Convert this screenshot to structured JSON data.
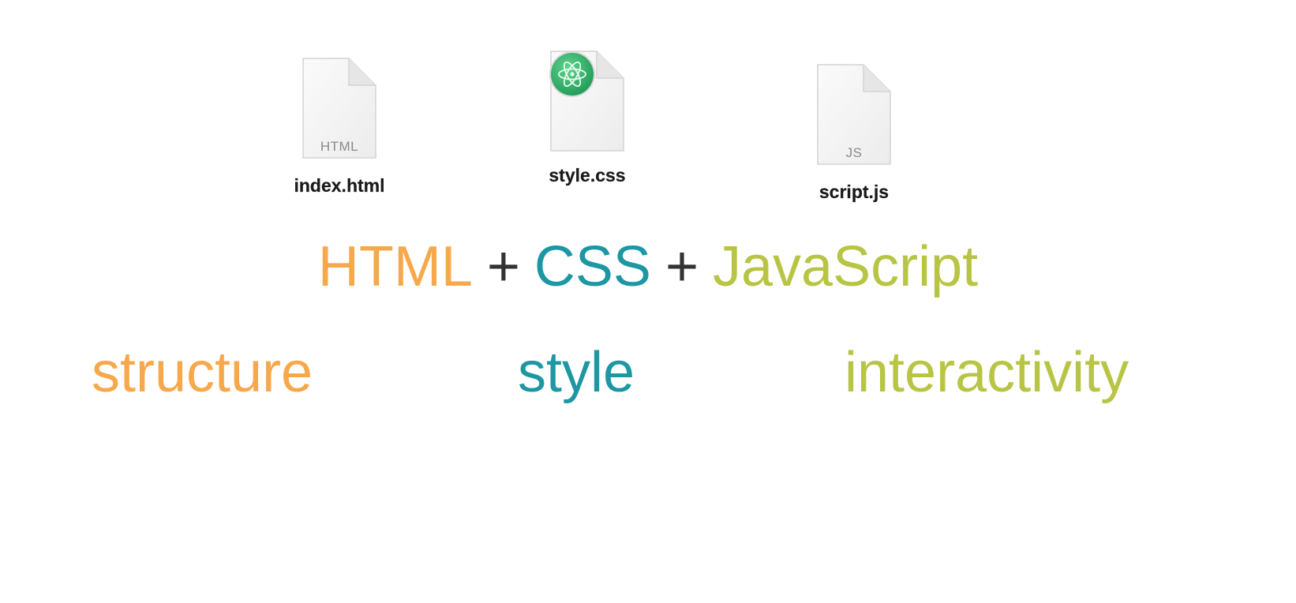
{
  "colors": {
    "html": "#F7A84A",
    "css": "#1C97A3",
    "js": "#B8C544",
    "plus": "#333333"
  },
  "files": [
    {
      "name": "index.html",
      "ext_label": "HTML",
      "icon": "html-file-icon"
    },
    {
      "name": "style.css",
      "ext_label": "",
      "icon": "atom-css-file-icon"
    },
    {
      "name": "script.js",
      "ext_label": "JS",
      "icon": "js-file-icon"
    }
  ],
  "formula": {
    "html": "HTML",
    "plus1": "+",
    "css": "CSS",
    "plus2": "+",
    "js": "JavaScript"
  },
  "roles": {
    "structure": "structure",
    "style": "style",
    "interactivity": "interactivity"
  }
}
